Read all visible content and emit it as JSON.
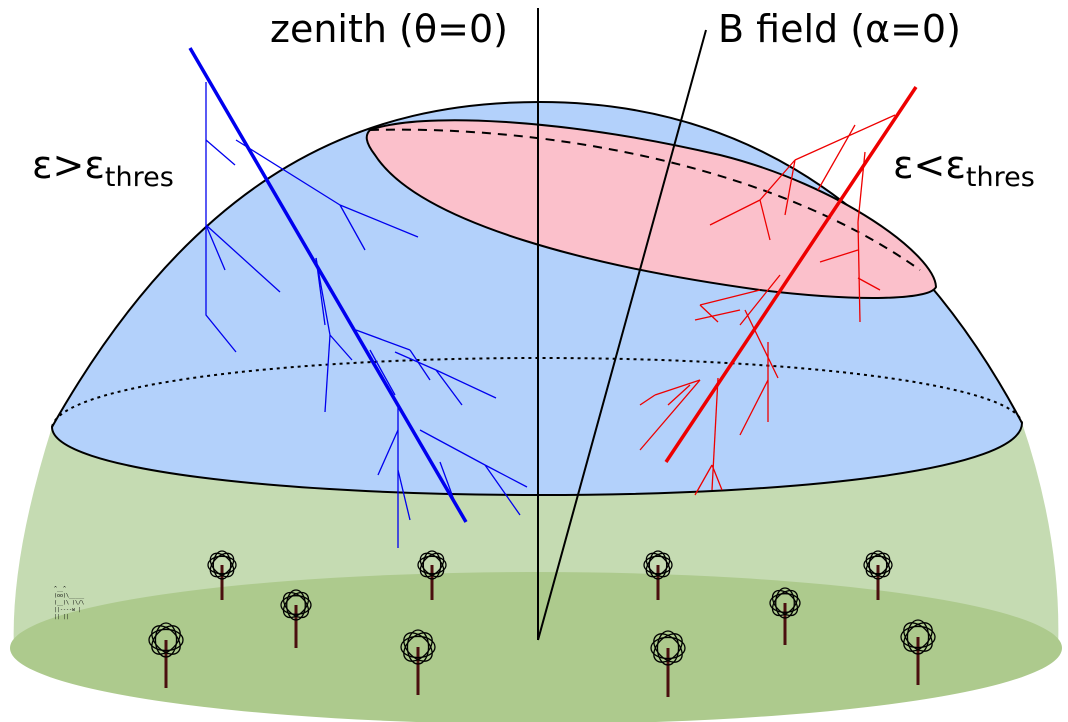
{
  "labels": {
    "zenith": "zenith (θ=0)",
    "bfield": "B field (α=0)",
    "left_cond": {
      "base": "ε>ε",
      "sub": "thres"
    },
    "right_cond": {
      "base": "ε<ε",
      "sub": "thres"
    }
  },
  "colors": {
    "sky_cap": "#b3d1fb",
    "exclusion_region": "#fbc0cb",
    "ground_dome": "#c5dbb2",
    "ground_disk": "#adca8d",
    "shower_left": "#0000ee",
    "shower_right": "#ee0000",
    "tree_trunk": "#4a0f0f"
  },
  "icons": {
    "detector": "antenna-detector-icon",
    "cow": "ascii-cow-icon"
  },
  "ascii_cow": [
    "^__^",
    "(oo)\\_____",
    "(__)\\     )\\/\\",
    "   ||----w |",
    "   ||     ||"
  ]
}
